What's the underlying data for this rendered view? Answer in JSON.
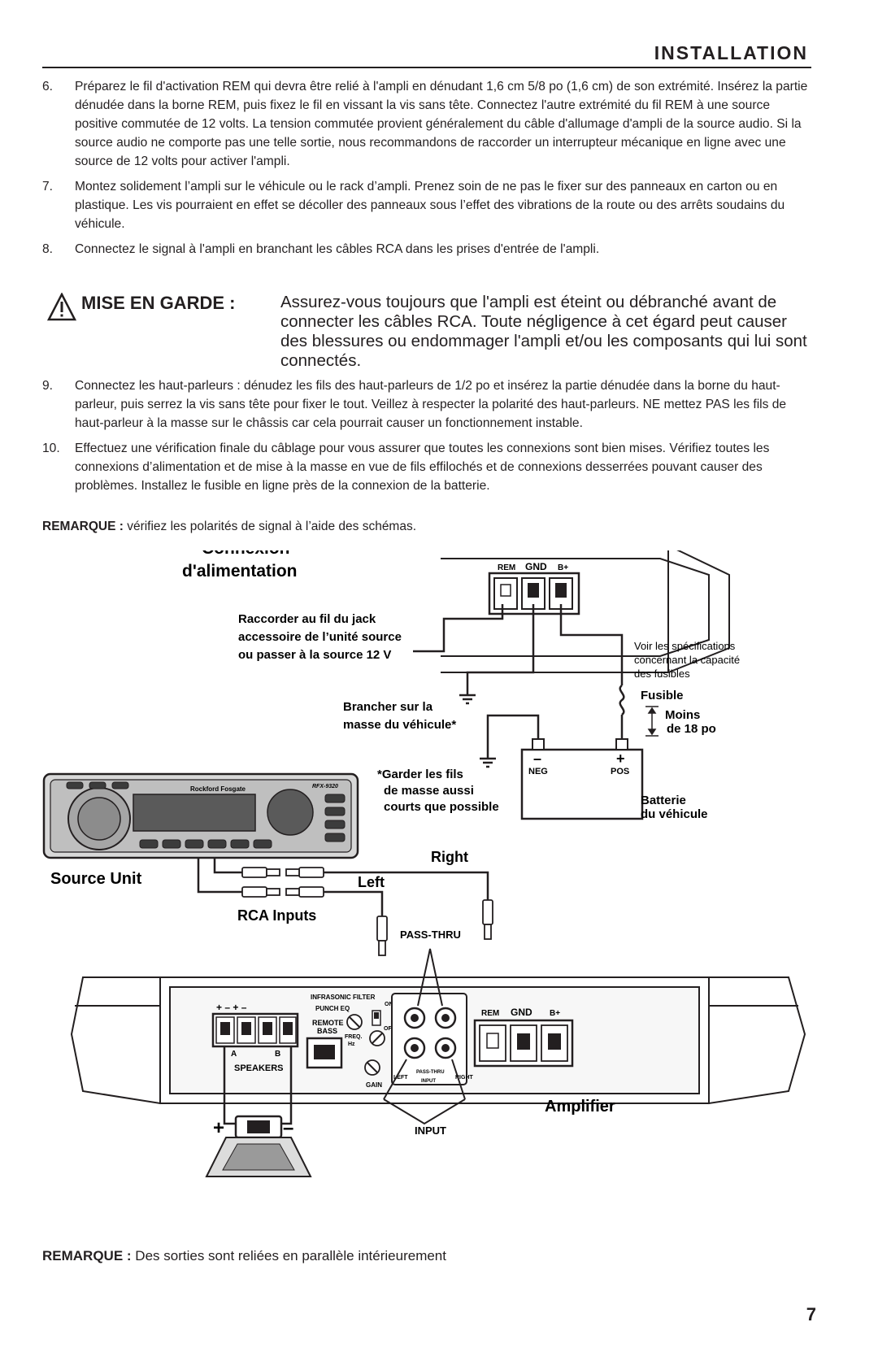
{
  "header": {
    "section_title": "INSTALLATION"
  },
  "steps": [
    {
      "num": "6.",
      "text": "Préparez le fil d'activation REM qui devra être relié à l'ampli en dénudant 1,6 cm 5/8 po (1,6 cm) de son extrémité. Insérez la partie dénudée dans la borne REM, puis fixez le fil en vissant la vis sans tête. Connectez l'autre extrémité du fil REM à une source positive commutée de 12 volts. La tension commutée provient généralement du câble d'allumage d'ampli de la source audio. Si la source audio ne comporte pas une telle sortie, nous recommandons de raccorder un interrupteur mécanique en ligne avec une source de 12 volts pour activer l'ampli."
    },
    {
      "num": "7.",
      "text": "Montez solidement l’ampli sur le véhicule ou le rack d’ampli. Prenez soin de ne pas le fixer sur des panneaux en carton ou en plastique. Les vis pourraient en effet se décoller des panneaux sous l’effet des vibrations de la route ou des arrêts soudains du véhicule."
    },
    {
      "num": "8.",
      "text": "Connectez le signal à l'ampli en branchant les câbles RCA dans les prises d'entrée de l'ampli."
    }
  ],
  "warning": {
    "label": "MISE EN GARDE :",
    "text": "Assurez-vous toujours que l'ampli est éteint ou débranché avant de connecter les câbles RCA. Toute négligence à cet égard peut causer des blessures ou endommager l'ampli et/ou les composants qui lui sont connectés."
  },
  "steps2": [
    {
      "num": "9.",
      "text": "Connectez les haut-parleurs : dénudez les fils des haut-parleurs de 1/2 po et insérez la partie dénudée dans la borne du haut-parleur, puis serrez la vis sans tête pour fixer le tout. Veillez à respecter la polarité des haut-parleurs. NE mettez PAS les fils de haut-parleur à la masse sur le châssis car cela pourrait causer un fonctionnement instable."
    },
    {
      "num": "10.",
      "text": "Effectuez une vérification finale du câblage pour vous assurer que toutes les connexions sont bien mises. Vérifiez toutes les connexions d’alimentation et de mise à la masse en vue de fils effilochés et de connexions desserrées pouvant causer des problèmes. Installez le fusible en ligne près de la connexion de la batterie."
    }
  ],
  "note1": {
    "label": "REMARQUE :",
    "text": "vérifiez les polarités de signal à l’aide des schémas."
  },
  "diagram": {
    "power_title_1": "Connexion",
    "power_title_2": "d'alimentation",
    "term_rem": "REM",
    "term_gnd": "GND",
    "term_bplus": "B+",
    "rem_note_1": "Raccorder au fil du jack",
    "rem_note_2": "accessoire de l’unité source",
    "rem_note_3": "ou passer à la source 12 V",
    "fuse_spec_1": "Voir les spécifications",
    "fuse_spec_2": "concernant la capacité",
    "fuse_spec_3": "des fusibles",
    "fuse_label": "Fusible",
    "moins_1": "Moins",
    "moins_2": "de 18 po",
    "ground_note_1": "Brancher sur la",
    "ground_note_2": "masse du véhicule*",
    "neg": "NEG",
    "pos": "POS",
    "minus_sign": "–",
    "plus_sign": "+",
    "keep_short_1": "*Garder les fils",
    "keep_short_2": "de masse aussi",
    "keep_short_3": "courts que possible",
    "battery_1": "Batterie",
    "battery_2": "du véhicule",
    "source_unit": "Source Unit",
    "rca_inputs": "RCA Inputs",
    "right": "Right",
    "left": "Left",
    "pass_thru": "PASS-THRU",
    "infrasonic": "INFRASONIC FILTER",
    "on": "ON",
    "off": "OFF",
    "punch_eq": "PUNCH EQ",
    "remote_bass_1": "REMOTE",
    "remote_bass_2": "BASS",
    "freq": "FREQ.",
    "hz": "Hz",
    "gain": "GAIN",
    "speakers": "SPEAKERS",
    "spk_a": "A",
    "spk_b": "B",
    "amp_left": "LEFT",
    "amp_right": "RIGHT",
    "amp_pass": "PASS-THRU",
    "amp_input": "INPUT",
    "amplifier": "Amplifier",
    "input": "INPUT",
    "radio_model": "RFX-9320",
    "radio_brand": "Rockford Fosgate"
  },
  "note2": {
    "label": "REMARQUE :",
    "text": "Des sorties sont reliées en parallèle intérieurement"
  },
  "page_number": "7"
}
